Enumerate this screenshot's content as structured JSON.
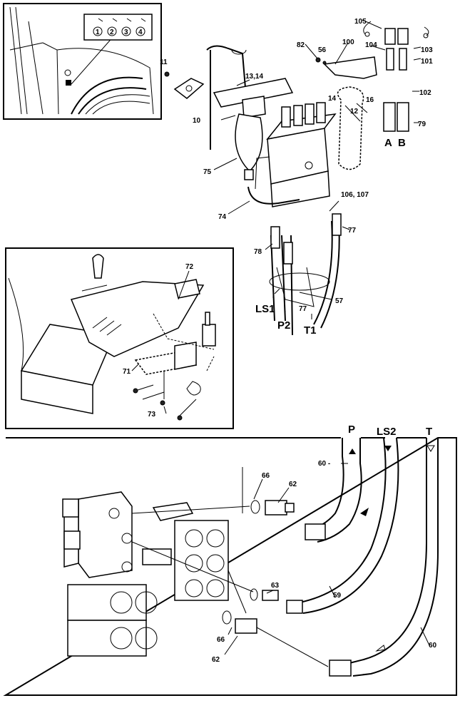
{
  "inset_top": {
    "callouts": [
      "1",
      "2",
      "3",
      "4"
    ]
  },
  "main_callouts": {
    "c105": "105",
    "c104": "104",
    "c103": "103",
    "c101": "101",
    "c102": "102",
    "c100": "100",
    "c82": "82",
    "c56": "56",
    "c79": "79",
    "cA": "A",
    "cB": "B",
    "c11": "11",
    "c1314": "13,14",
    "c10": "10",
    "c14": "14",
    "c12": "12",
    "c16": "16",
    "c75": "75",
    "c74": "74",
    "c106": "106, 107",
    "c77a": "77",
    "c78": "78",
    "cLS1": "LS1",
    "c77b": "77",
    "c57": "57",
    "cP2": "P2",
    "cT1": "T1"
  },
  "mid_callouts": {
    "c72": "72",
    "c71": "71",
    "c73": "73"
  },
  "bottom_callouts": {
    "cP": "P",
    "cLS2": "LS2",
    "cT": "T",
    "c60a": "60 -",
    "c66a": "66",
    "c62a": "62",
    "c63": "63",
    "c59": "59",
    "c66b": "66",
    "c62b": "62",
    "c60b": "60"
  }
}
